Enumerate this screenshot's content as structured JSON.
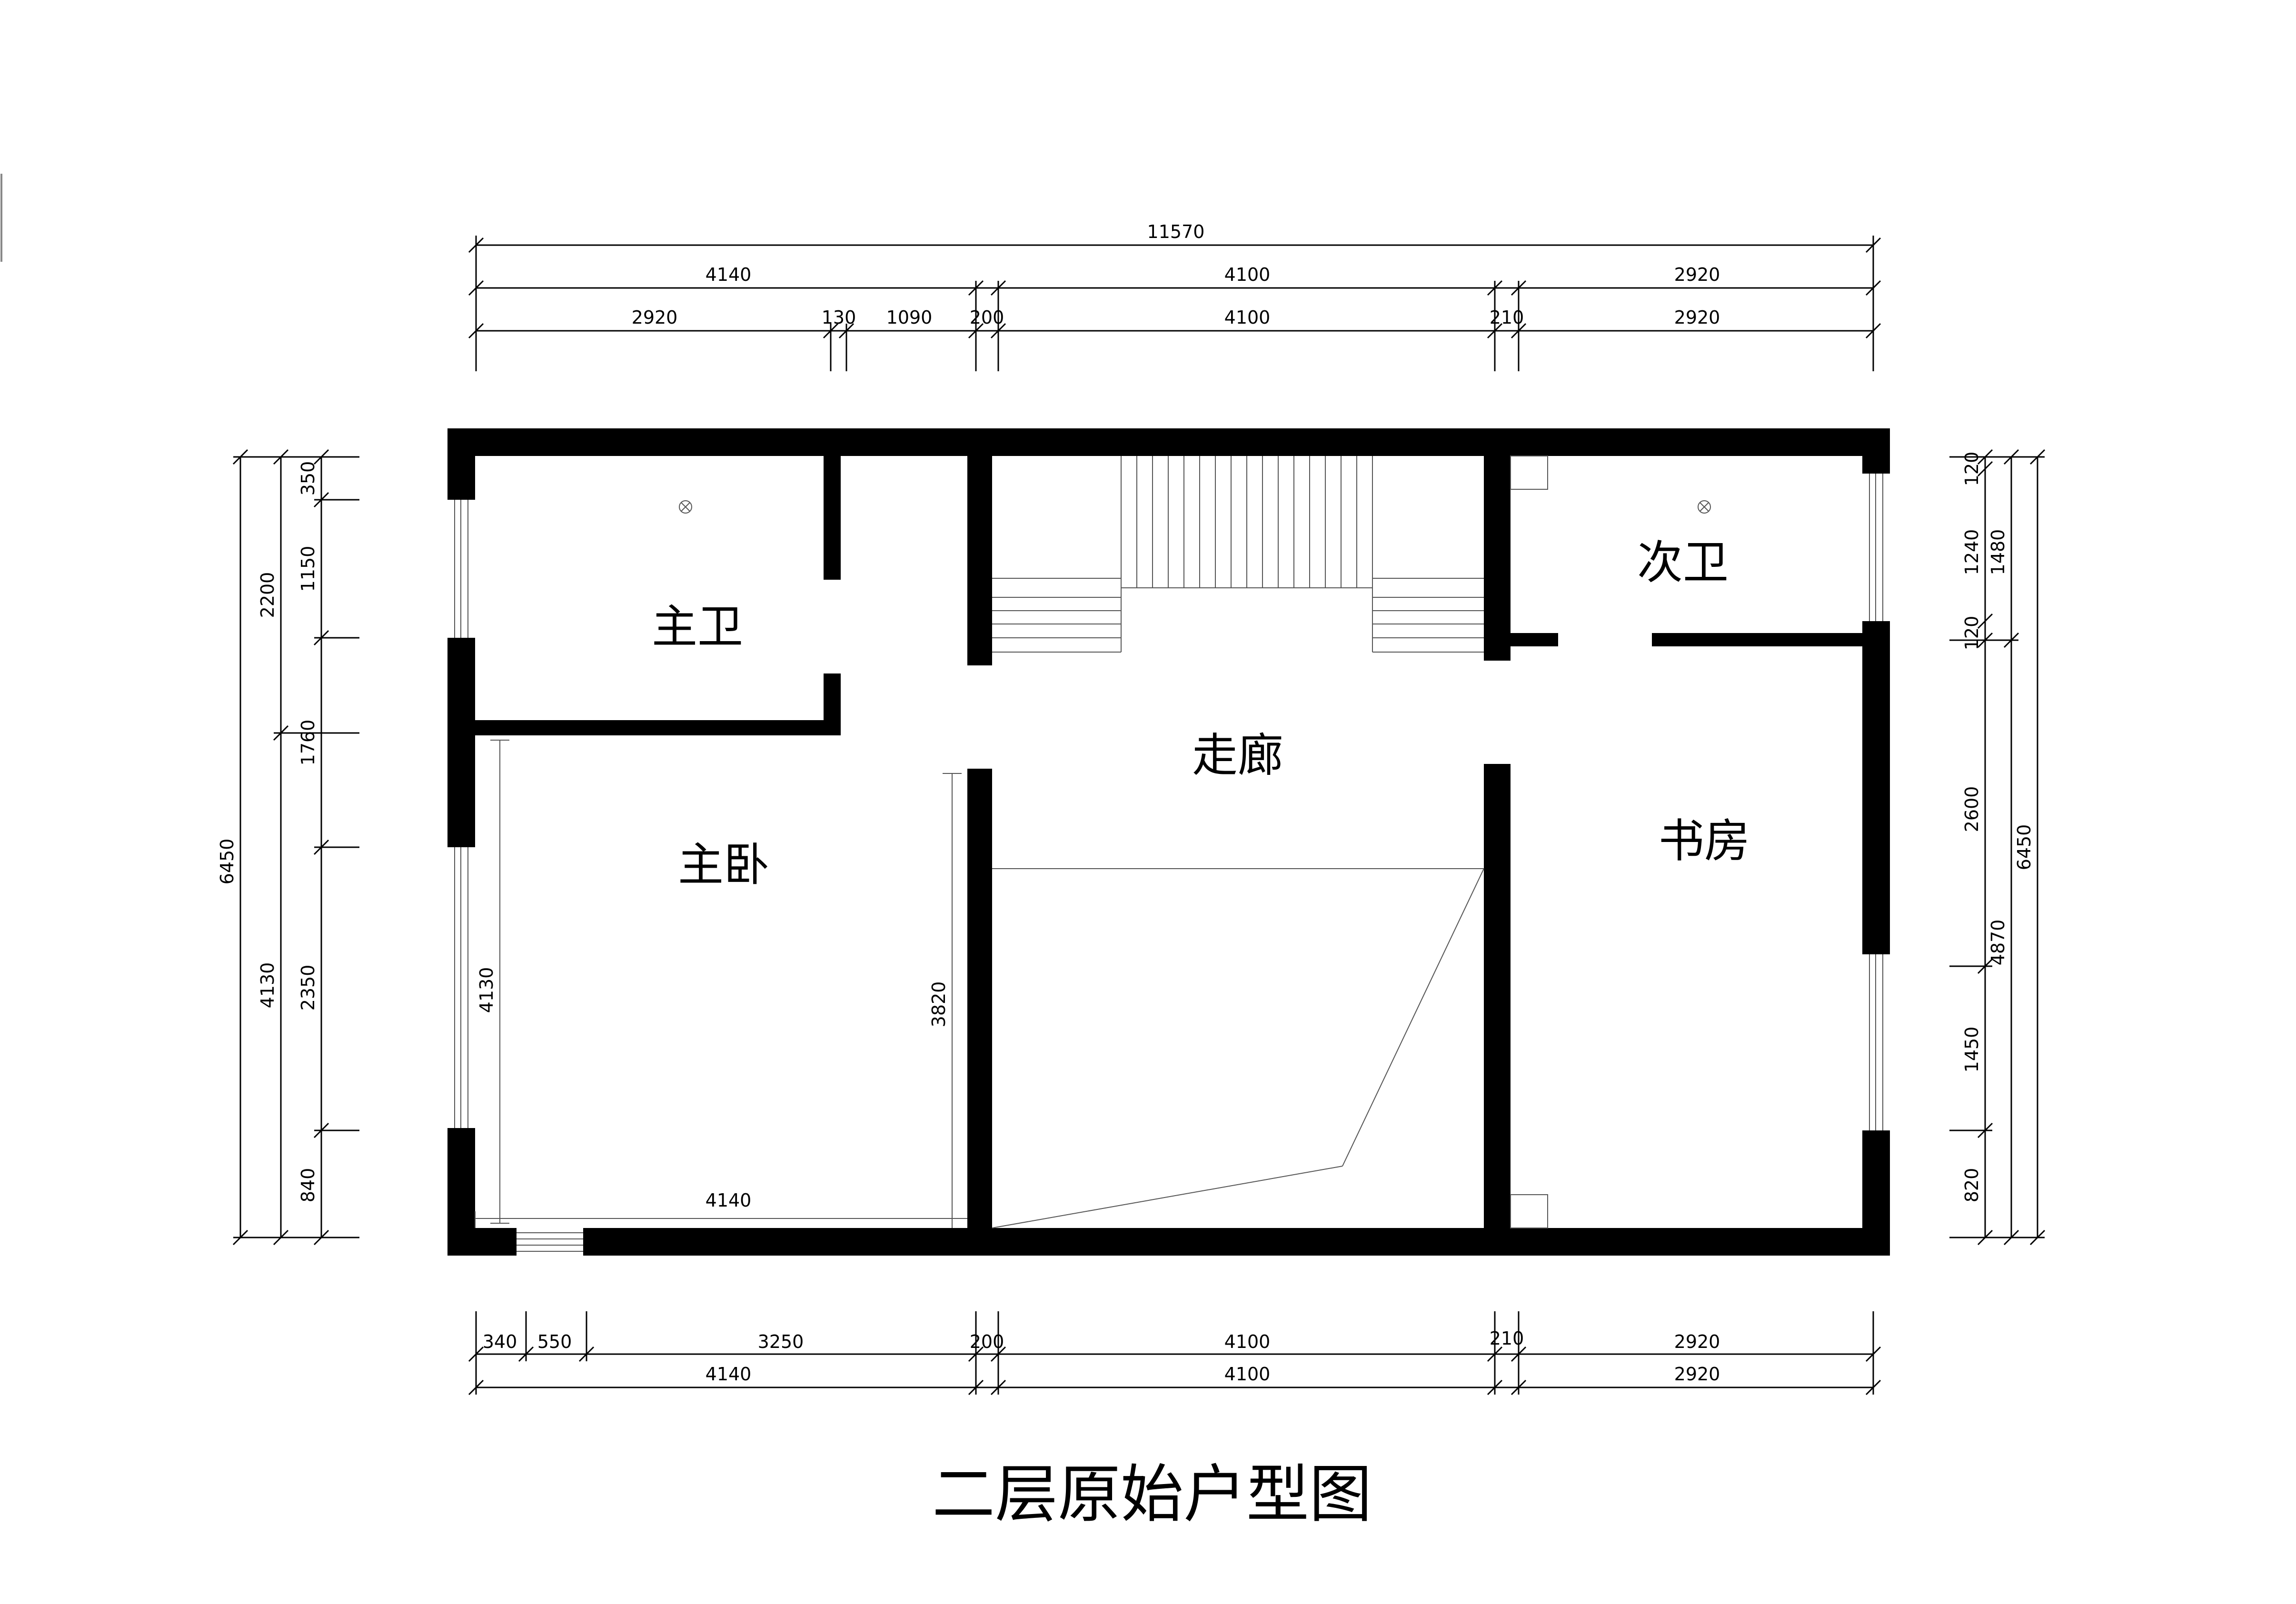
{
  "title": "二层原始户型图",
  "rooms": {
    "master_bath": "主卫",
    "master_bed": "主卧",
    "corridor": "走廊",
    "second_bath": "次卫",
    "study": "书房"
  },
  "dims": {
    "top_total": "11570",
    "top_r2": [
      "4140",
      "4100",
      "2920"
    ],
    "top_r3": [
      "2920",
      "130",
      "1090",
      "200",
      "4100",
      "210",
      "2920"
    ],
    "bottom_r1": [
      "340",
      "550",
      "3250",
      "200",
      "4100",
      "210",
      "2920"
    ],
    "bottom_r2": [
      "4140",
      "4100",
      "2920"
    ],
    "left_total": "6450",
    "left_r2": [
      "2200",
      "4130"
    ],
    "left_r3": [
      "350",
      "1150",
      "1760",
      "2350",
      "840"
    ],
    "right_r1": [
      "120",
      "1240",
      "120",
      "2600",
      "1450",
      "820"
    ],
    "right_r2": [
      "1480",
      "4870"
    ],
    "right_total": "6450",
    "inner_bed_height": "4130",
    "inner_bed_width": "4140",
    "inner_stair_height": "3820"
  },
  "colors": {
    "wall": "#000000",
    "line": "#000000",
    "background": "#ffffff"
  }
}
